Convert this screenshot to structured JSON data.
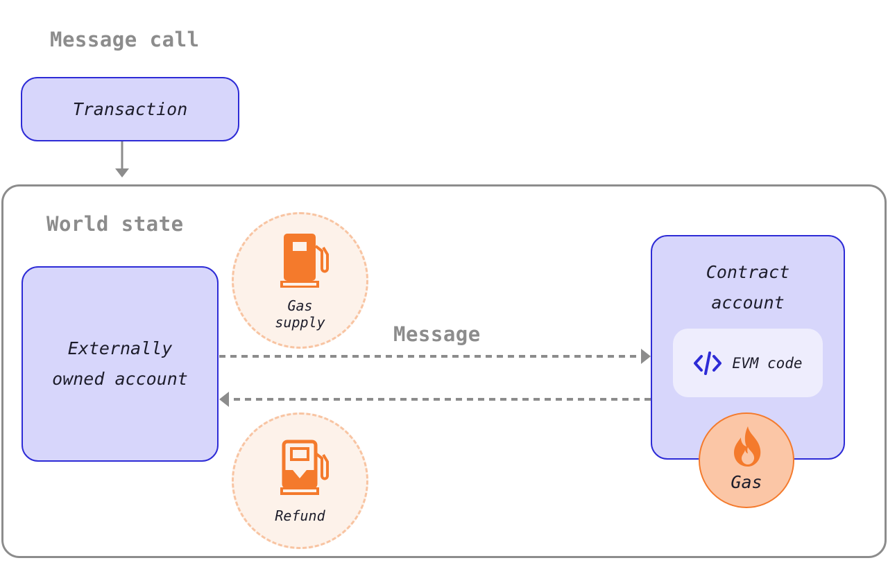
{
  "message_call_heading": "Message call",
  "transaction_label": "Transaction",
  "world_state_heading": "World state",
  "eoa_label_line1": "Externally",
  "eoa_label_line2": "owned account",
  "contract_label_line1": "Contract",
  "contract_label_line2": "account",
  "evm_code_label": "EVM code",
  "gas_supply_line1": "Gas",
  "gas_supply_line2": "supply",
  "refund_label": "Refund",
  "message_label": "Message",
  "gas_label": "Gas",
  "colors": {
    "box_fill": "#d7d6fb",
    "box_border": "#2d2bd6",
    "accent_orange": "#f47a2c",
    "gray": "#8c8c8c"
  },
  "icons": [
    "gas-pump-icon",
    "refund-pump-icon",
    "code-icon",
    "flame-icon"
  ]
}
